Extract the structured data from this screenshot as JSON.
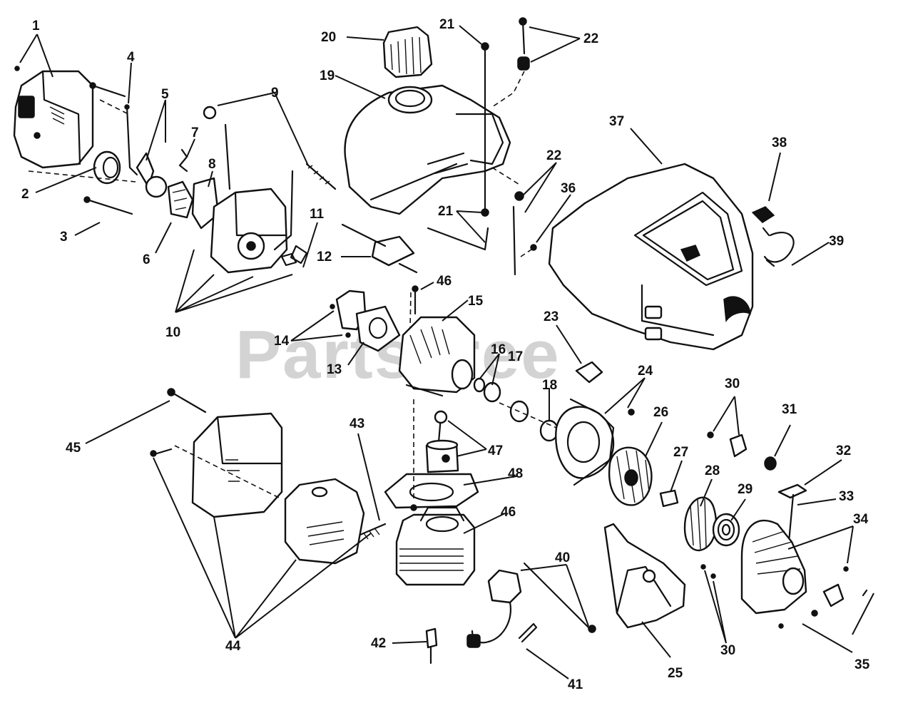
{
  "watermark": "PartsTree",
  "callouts": [
    "1",
    "2",
    "3",
    "4",
    "5",
    "6",
    "7",
    "8",
    "9",
    "10",
    "11",
    "12",
    "13",
    "14",
    "15",
    "16",
    "17",
    "18",
    "19",
    "20",
    "21",
    "21",
    "22",
    "22",
    "23",
    "24",
    "25",
    "26",
    "27",
    "28",
    "29",
    "30",
    "30",
    "31",
    "32",
    "33",
    "34",
    "35",
    "36",
    "37",
    "38",
    "39",
    "40",
    "41",
    "42",
    "43",
    "44",
    "45",
    "46",
    "46",
    "47",
    "48"
  ],
  "colors": {
    "ink": "#111111",
    "paper": "#ffffff",
    "watermark": "#d3d3d3"
  }
}
